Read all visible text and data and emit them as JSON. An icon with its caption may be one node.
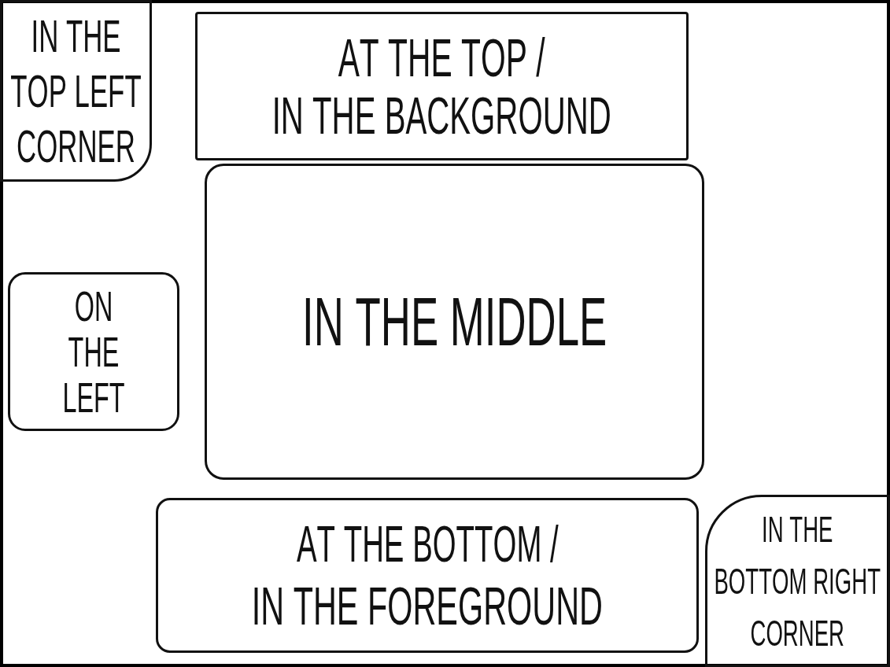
{
  "diagram": {
    "nodes": [
      {
        "text": [
          "IN THE TOP LEFT CORNER"
        ]
      },
      {
        "text": [
          "AT THE TOP /",
          "IN THE BACKGROUND"
        ]
      },
      {
        "text": [
          "ON THE LEFT"
        ]
      },
      {
        "text": [
          "IN THE MIDDLE"
        ]
      },
      {
        "text": [
          "AT THE BOTTOM /",
          "IN THE FOREGROUND"
        ]
      },
      {
        "text": [
          "IN THE BOTTOM RIGHT CORNER"
        ]
      }
    ]
  }
}
